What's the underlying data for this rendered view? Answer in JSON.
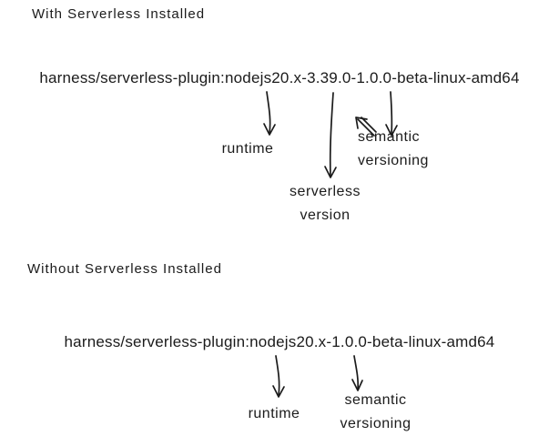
{
  "page": {
    "background": "#ffffff",
    "text_color": "#1b1b1b"
  },
  "sections": [
    {
      "title": "With Serverless Installed",
      "image_tag": "harness/serverless-plugin:nodejs20.x-3.39.0-1.0.0-beta-linux-amd64",
      "annotations": {
        "runtime": "runtime",
        "serverless_version": [
          "serverless",
          "version"
        ],
        "semantic_versioning": [
          "semantic",
          "versioning"
        ]
      }
    },
    {
      "title": "Without Serverless Installed",
      "image_tag": "harness/serverless-plugin:nodejs20.x-1.0.0-beta-linux-amd64",
      "annotations": {
        "runtime": "runtime",
        "semantic_versioning": [
          "semantic",
          "versioning"
        ]
      }
    }
  ]
}
